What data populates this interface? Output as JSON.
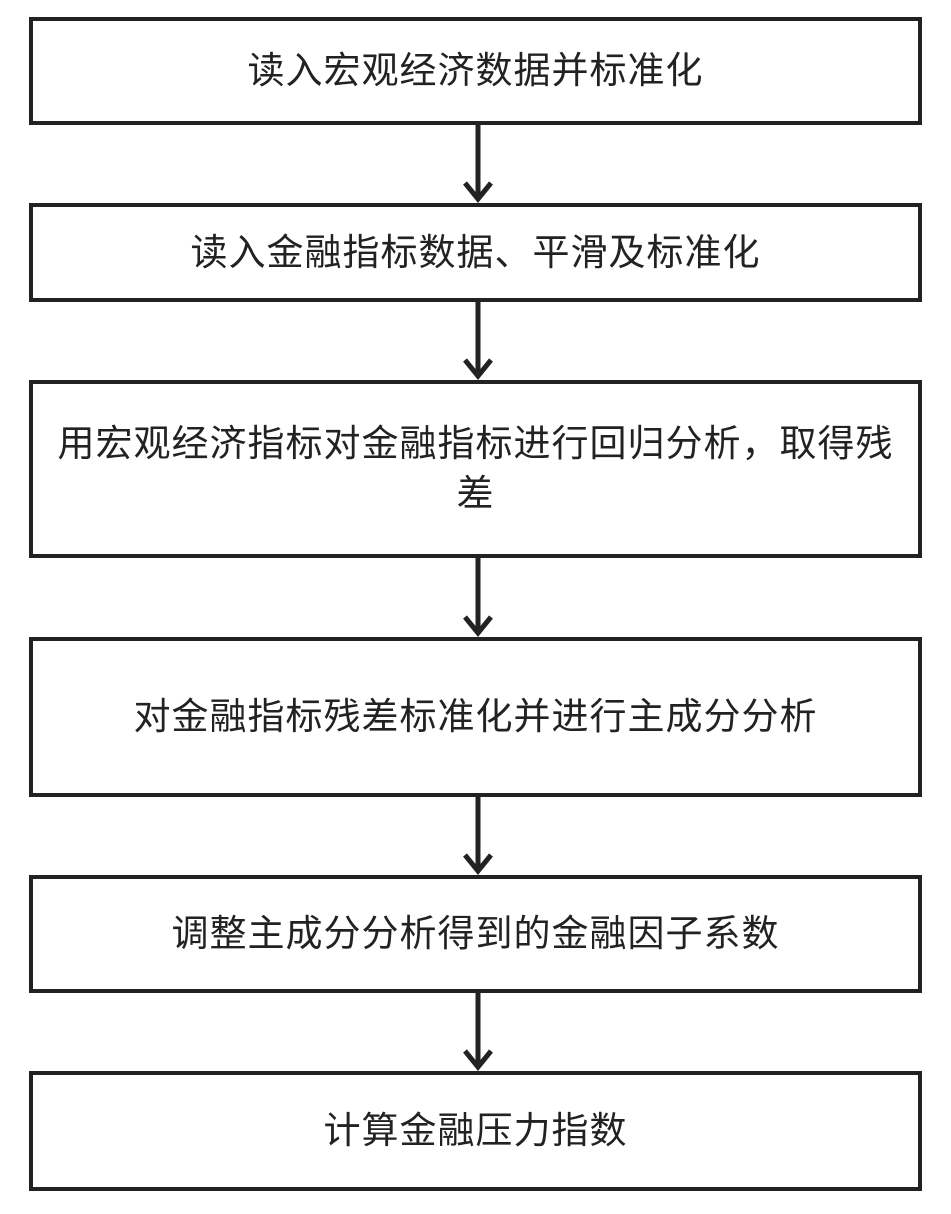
{
  "flowchart": {
    "steps": [
      {
        "label": "读入宏观经济数据并标准化"
      },
      {
        "label": "读入金融指标数据、平滑及标准化"
      },
      {
        "label": "用宏观经济指标对金融指标进行回归分析，取得残差"
      },
      {
        "label": "对金融指标残差标准化并进行主成分分析"
      },
      {
        "label": "调整主成分分析得到的金融因子系数"
      },
      {
        "label": "计算金融压力指数"
      }
    ]
  },
  "colors": {
    "stroke": "#222222",
    "text": "#222222",
    "background": "#ffffff"
  }
}
